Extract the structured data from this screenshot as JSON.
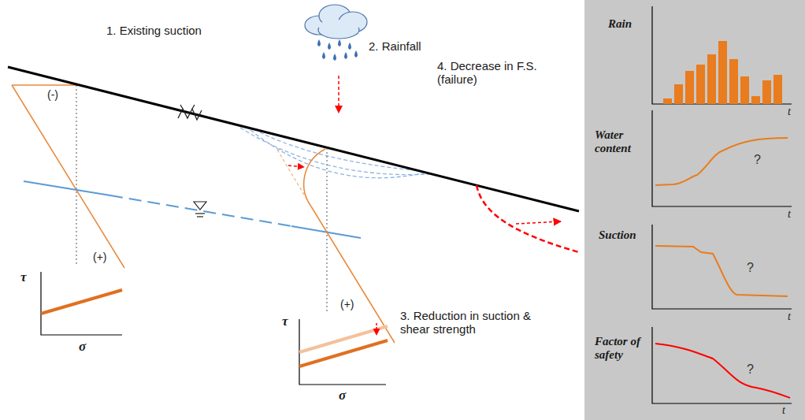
{
  "diagram": {
    "labels": [
      "1. Existing suction",
      "2. Rainfall",
      "4. Decrease in F.S. (failure)",
      "(-)",
      "(+)",
      "τ",
      "σ",
      "(+)",
      "3. Reduction in suction & shear strength",
      "τ",
      "σ",
      "Rain",
      "t",
      "Water content",
      "?",
      "t",
      "Suction",
      "?",
      "t",
      "Factor of safety",
      "?",
      "t"
    ]
  }
}
